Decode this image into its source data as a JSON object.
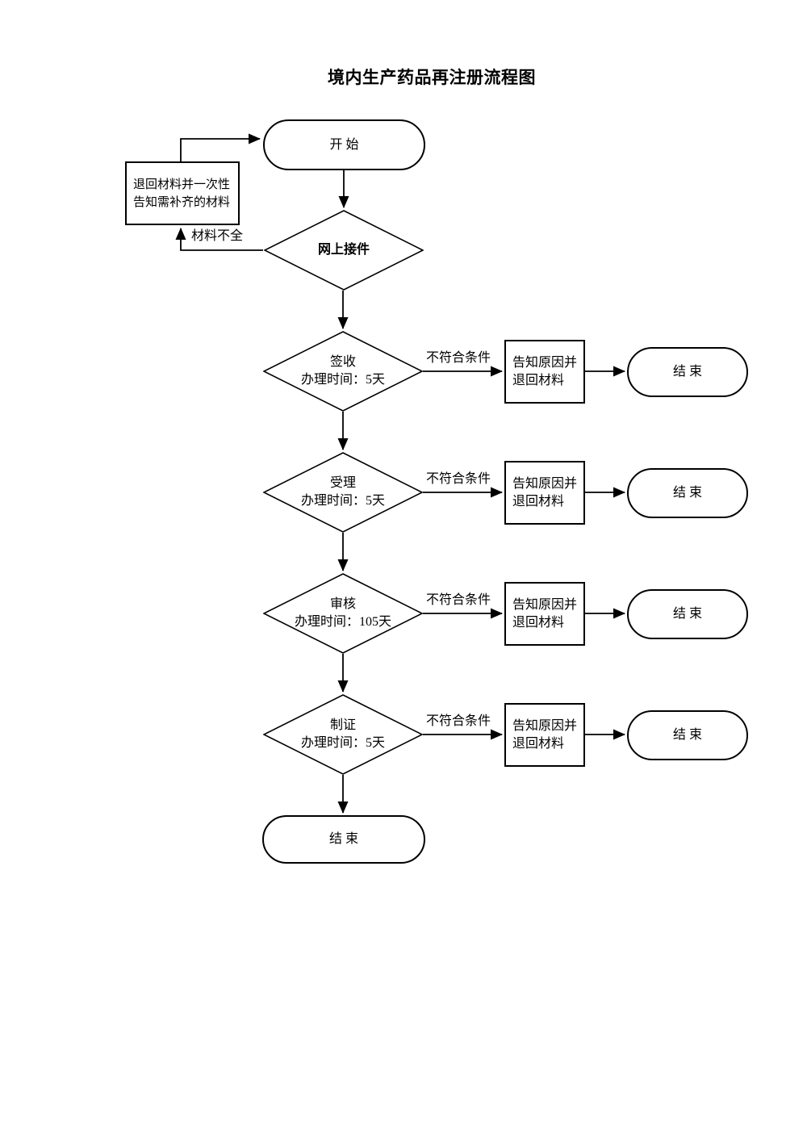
{
  "page": {
    "background": "#ffffff",
    "ink": "#000000"
  },
  "title": "境内生产药品再注册流程图",
  "nodes": {
    "start": {
      "label": "开 始"
    },
    "return_materials": {
      "line1": "退回材料并一次性",
      "line2": "告知需补齐的材料"
    },
    "online_intake": {
      "label": "网上接件"
    },
    "final_end": {
      "label": "结 束"
    }
  },
  "edge_labels": {
    "materials_incomplete": "材料不全"
  },
  "rows": [
    {
      "step_line1": "签收",
      "step_line2": "办理时间：5天",
      "edge_label": "不符合条件",
      "notify_line1": "告知原因并",
      "notify_line2": "退回材料",
      "end_label": "结 束"
    },
    {
      "step_line1": "受理",
      "step_line2": "办理时间：5天",
      "edge_label": "不符合条件",
      "notify_line1": "告知原因并",
      "notify_line2": "退回材料",
      "end_label": "结 束"
    },
    {
      "step_line1": "审核",
      "step_line2": "办理时间：105天",
      "edge_label": "不符合条件",
      "notify_line1": "告知原因并",
      "notify_line2": "退回材料",
      "end_label": "结 束"
    },
    {
      "step_line1": "制证",
      "step_line2": "办理时间：5天",
      "edge_label": "不符合条件",
      "notify_line1": "告知原因并",
      "notify_line2": "退回材料",
      "end_label": "结 束"
    }
  ]
}
